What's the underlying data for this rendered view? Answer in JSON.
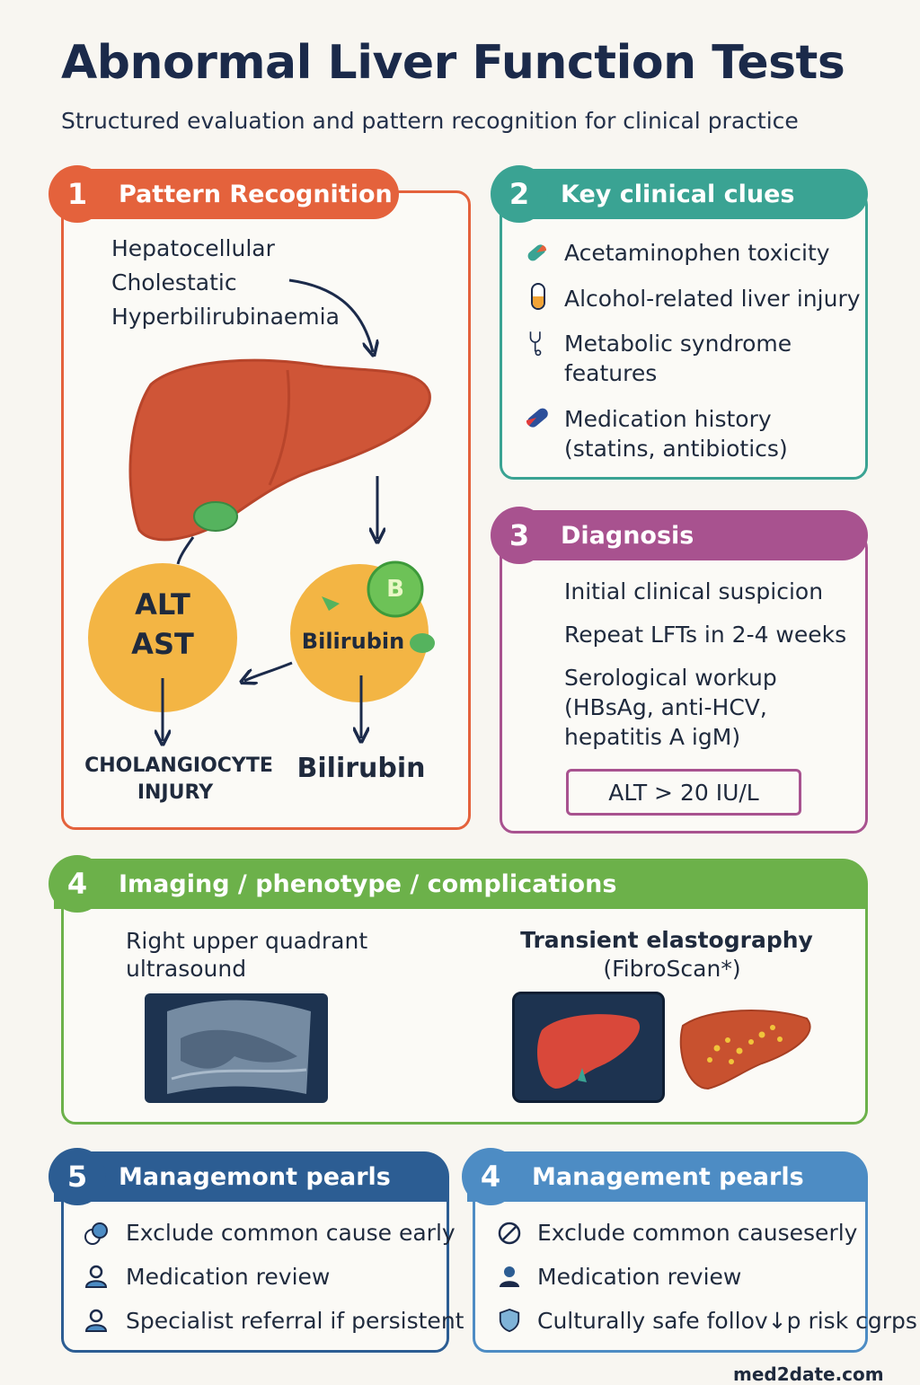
{
  "title": "Abnormal Liver Function Tests",
  "subtitle": "Structured evaluation and pattern recognition for clinical practice",
  "colors": {
    "orange": "#e4623c",
    "teal": "#3aa393",
    "purple": "#a8528f",
    "green": "#6cb14a",
    "navy": "#2c5d93",
    "blue": "#4d8cc4"
  },
  "panels": {
    "p1": {
      "number": "1",
      "title": "Pattern Recognition",
      "patterns": [
        "Hepatocellular",
        "Cholestatic",
        "Hyperbilirubinaemia"
      ],
      "node_left": [
        "ALT",
        "AST"
      ],
      "node_right": "Bilirubin",
      "badge": "B",
      "out_left": [
        "CHOLANGIOCYTE",
        "INJURY"
      ],
      "out_right": "Bilirubin"
    },
    "p2": {
      "number": "2",
      "title": "Key clinical clues",
      "items": [
        {
          "text": "Acetaminophen toxicity",
          "icon": "pill-icon"
        },
        {
          "text": "Alcohol-related liver injury",
          "icon": "capsule-icon"
        },
        {
          "text": "Metabolic syndrome\nfeatures",
          "icon": "stethoscope-icon"
        },
        {
          "text": "Medication history\n(statins, antibiotics)",
          "icon": "capsule-icon"
        }
      ]
    },
    "p3": {
      "number": "3",
      "title": "Diagnosis",
      "lines": [
        "Initial clinical suspicion",
        "Repeat LFTs in 2-4 weeks",
        "Serological workup\n(HBsAg, anti-HCV,\nhepatitis A igM)"
      ],
      "box": "ALT > 20 IU/L"
    },
    "p4": {
      "number": "4",
      "title": "Imaging / phenotype / complications",
      "left_label": [
        "Right upper quadrant",
        "ultrasound"
      ],
      "left_label_bold": "Right upper",
      "right_label": [
        "Transient elastography",
        "(FibroScan*)"
      ]
    },
    "p5": {
      "number": "5",
      "title": "Managemont pearls",
      "items": [
        {
          "text": "Exclude common cause early",
          "icon": "pill-icon"
        },
        {
          "text": "Medication review",
          "icon": "person-icon"
        },
        {
          "text": "Specialist referral if persistent",
          "icon": "person-icon"
        }
      ]
    },
    "p6": {
      "number": "4",
      "title": "Management pearls",
      "items": [
        {
          "text": "Exclude common causeserly",
          "icon": "no-entry-icon"
        },
        {
          "text": "Medication review",
          "icon": "person-icon"
        },
        {
          "text": "Culturally safe follov↓p risk cgrps",
          "icon": "shield-icon"
        }
      ]
    }
  },
  "footer": "med2date.com"
}
